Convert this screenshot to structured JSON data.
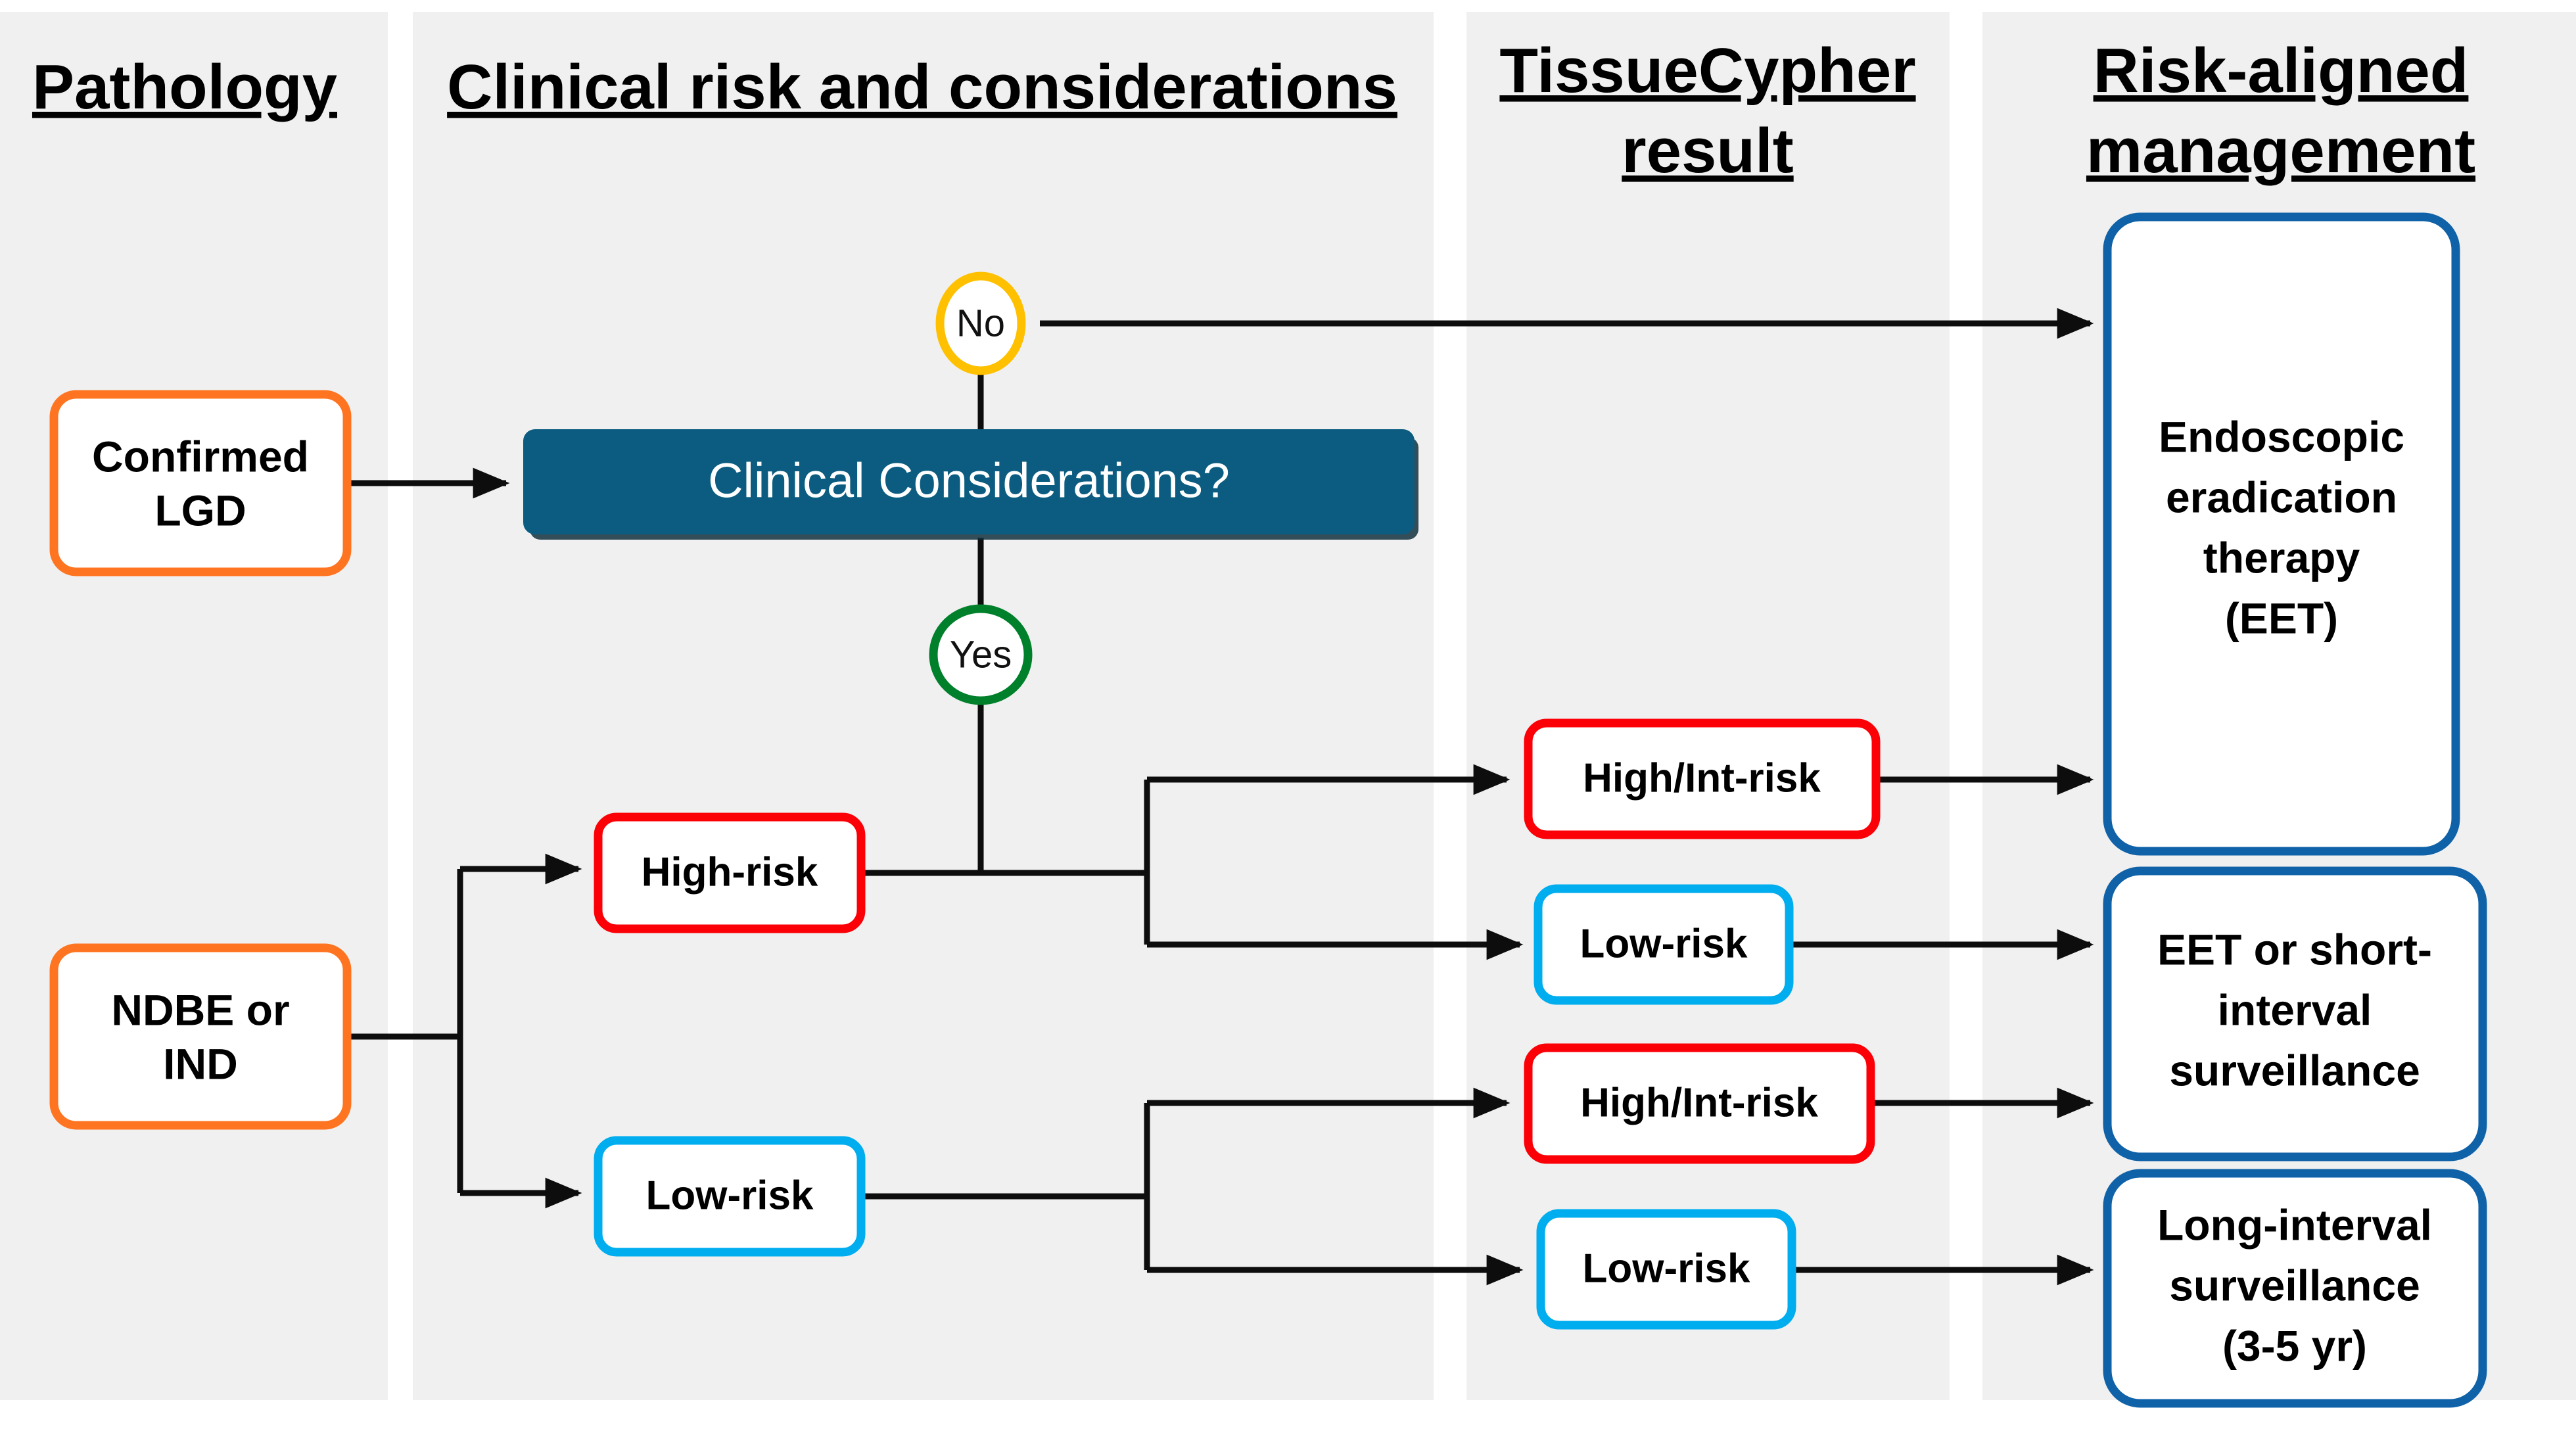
{
  "diagram": {
    "title": "TissueCypher risk-aligned management algorithm for Barrett's esophagus",
    "background": "#FFFFFF",
    "band_color": "#F0F0F0"
  },
  "colors": {
    "orange": "#FF7420",
    "red": "#FB0007",
    "cyan": "#00ADEF",
    "dark_blue": "#1062A8",
    "teal": "#0B5C80",
    "green": "#00802B",
    "amber": "#FFC000",
    "line": "#0D0D0D",
    "white": "#FFFFFF",
    "black": "#000000"
  },
  "columns": [
    {
      "id": "pathology",
      "label": "Pathology"
    },
    {
      "id": "clinical",
      "label": "Clinical risk and considerations"
    },
    {
      "id": "tissuecypher",
      "label": "TissueCypher result",
      "line1": "TissueCypher",
      "line2": "result"
    },
    {
      "id": "management",
      "label": "Risk-aligned management",
      "line1": "Risk-aligned",
      "line2": "management"
    }
  ],
  "pathology_nodes": [
    {
      "id": "confirmed-lgd",
      "lines": [
        "Confirmed",
        "LGD"
      ],
      "border": "#FF7420"
    },
    {
      "id": "ndbe-ind",
      "lines": [
        "NDBE or",
        "IND"
      ],
      "border": "#FF7420"
    }
  ],
  "decision": {
    "id": "clinical-considerations",
    "label": "Clinical Considerations?",
    "fill": "#0B5C80",
    "text_color": "#FFFFFF"
  },
  "decision_branches": [
    {
      "id": "branch-no",
      "label": "No",
      "border": "#FFC000",
      "target": "Endoscopic eradication therapy (EET)"
    },
    {
      "id": "branch-yes",
      "label": "Yes",
      "border": "#00802B",
      "target": "High-risk"
    }
  ],
  "clinical_risk_nodes": [
    {
      "id": "clinical-high-risk",
      "label": "High-risk",
      "border": "#FB0007"
    },
    {
      "id": "clinical-low-risk",
      "label": "Low-risk",
      "border": "#00ADEF"
    }
  ],
  "tissuecypher_nodes": [
    {
      "id": "tc-high-int-1",
      "label": "High/Int-risk",
      "border": "#FB0007",
      "from": "clinical-high-risk",
      "to": "mgmt-eet"
    },
    {
      "id": "tc-low-1",
      "label": "Low-risk",
      "border": "#00ADEF",
      "from": "clinical-high-risk",
      "to": "mgmt-eet-or-short"
    },
    {
      "id": "tc-high-int-2",
      "label": "High/Int-risk",
      "border": "#FB0007",
      "from": "clinical-low-risk",
      "to": "mgmt-eet-or-short"
    },
    {
      "id": "tc-low-2",
      "label": "Low-risk",
      "border": "#00ADEF",
      "from": "clinical-low-risk",
      "to": "mgmt-long-interval"
    }
  ],
  "management_nodes": [
    {
      "id": "mgmt-eet",
      "lines": [
        "Endoscopic",
        "eradication",
        "therapy",
        "(EET)"
      ],
      "border": "#1062A8"
    },
    {
      "id": "mgmt-eet-or-short",
      "lines": [
        "EET or short-",
        "interval",
        "surveillance"
      ],
      "border": "#1062A8"
    },
    {
      "id": "mgmt-long-interval",
      "lines": [
        "Long-interval",
        "surveillance",
        "(3-5 yr)"
      ],
      "border": "#1062A8"
    }
  ]
}
